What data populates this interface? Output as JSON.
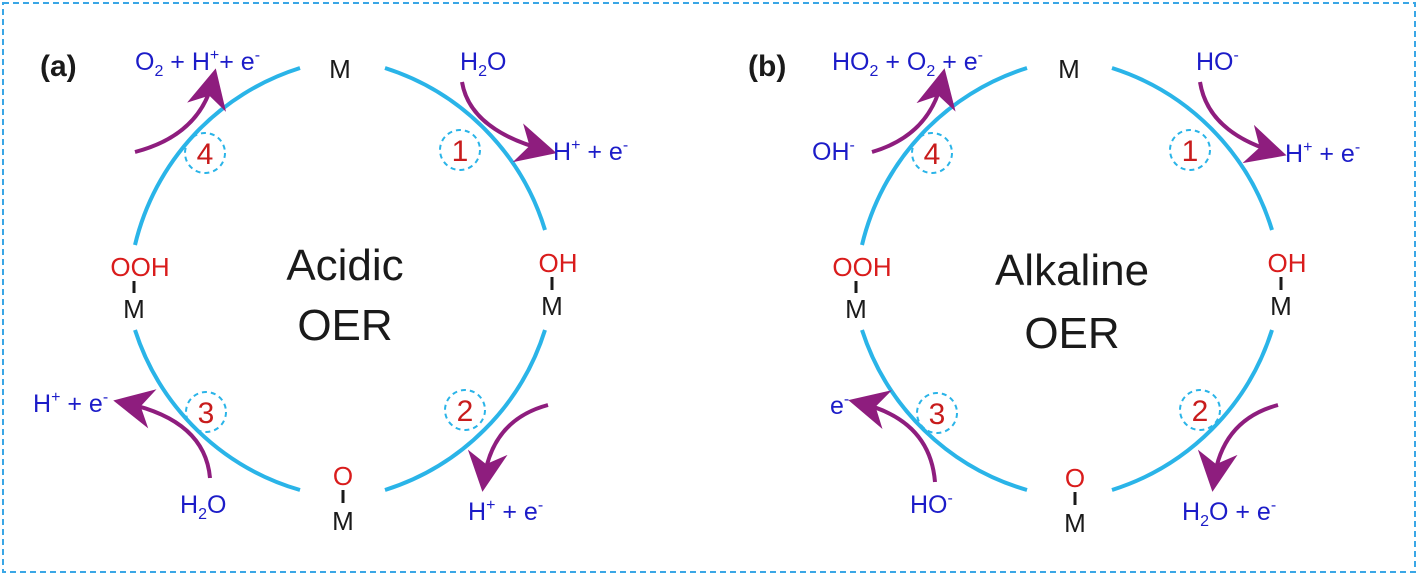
{
  "colors": {
    "cycle": "#2ab4e8",
    "arrow": "#8e1d7e",
    "species": "#1c1cc8",
    "step_number": "#c81c1c",
    "oxygen": "#d91c1c",
    "metal": "#1a1a1a",
    "frame": "#3aa7e6"
  },
  "panels": [
    {
      "label": "(a)",
      "title_line1": "Acidic",
      "title_line2": "OER",
      "site_top": "M",
      "site_right_ligand": "OH",
      "site_right_metal": "M",
      "site_bottom_ligand": "O",
      "site_bottom_metal": "M",
      "site_left_ligand": "OOH",
      "site_left_metal": "M",
      "steps": [
        "1",
        "2",
        "3",
        "4"
      ],
      "step1_in": {
        "main": "H",
        "sub": "2",
        "tail": "O"
      },
      "step1_out": {
        "main": "H",
        "sup": "+",
        "tail": " + e",
        "sup2": "-"
      },
      "step2_out": {
        "main": "H",
        "sup": "+",
        "tail": " + e",
        "sup2": "-"
      },
      "step3_in": {
        "main": "H",
        "sub": "2",
        "tail": "O"
      },
      "step3_out": {
        "main": "H",
        "sup": "+",
        "tail": " + e",
        "sup2": "-"
      },
      "step4_out": {
        "p1": "O",
        "sub1": "2",
        "p2": " + H",
        "sup1": "+",
        "p3": "+ e",
        "sup2": "-"
      }
    },
    {
      "label": "(b)",
      "title_line1": "Alkaline",
      "title_line2": "OER",
      "site_top": "M",
      "site_right_ligand": "OH",
      "site_right_metal": "M",
      "site_bottom_ligand": "O",
      "site_bottom_metal": "M",
      "site_left_ligand": "OOH",
      "site_left_metal": "M",
      "steps": [
        "1",
        "2",
        "3",
        "4"
      ],
      "step1_in": {
        "main": "HO",
        "sup": "-"
      },
      "step1_out": {
        "main": "H",
        "sup": "+",
        "tail": " + e",
        "sup2": "-"
      },
      "step2_out": {
        "main": "H",
        "sub": "2",
        "tail": "O + e",
        "sup2": "-"
      },
      "step3_in": {
        "main": "HO",
        "sup": "-"
      },
      "step3_out": {
        "main": "e",
        "sup": "-"
      },
      "step4_in": {
        "main": "OH",
        "sup": "-"
      },
      "step4_out": {
        "p1": "HO",
        "sub1": "2",
        "p2": " + O",
        "sub2": "2",
        "p3": " + e",
        "sup2": "-"
      }
    }
  ]
}
